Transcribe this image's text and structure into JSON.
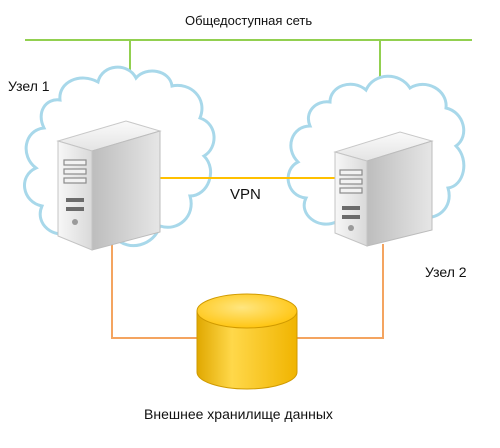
{
  "labels": {
    "public_network": "Общедоступная сеть",
    "node1": "Узел 1",
    "node2": "Узел 2",
    "vpn": "VPN",
    "storage": "Внешнее хранилище данных"
  },
  "colors": {
    "public_network_line": "#92d050",
    "vpn_line": "#ffc000",
    "storage_line": "#f4a460",
    "cloud_outline": "#a8d8ea",
    "storage_fill": "#ffc000",
    "server_body": "#e8e8e8"
  },
  "icons": [
    "server-icon",
    "cloud-icon",
    "database-icon"
  ]
}
